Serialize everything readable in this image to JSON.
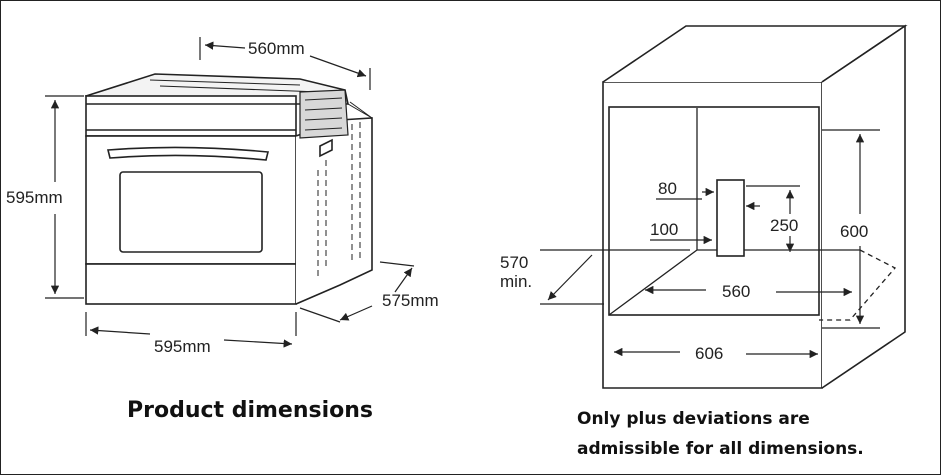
{
  "product_dimensions": {
    "width_label": "560mm",
    "height_label": "595mm",
    "depth_label": "575mm",
    "front_width_label": "595mm",
    "caption": "Product dimensions"
  },
  "cabinet_dimensions": {
    "opening_depth_label_line1": "570",
    "opening_depth_label_line2": "min.",
    "vent_width_label": "80",
    "vent_bottom_label": "100",
    "vent_height_label": "250",
    "opening_height_label": "600",
    "opening_width_label": "560",
    "cabinet_width_label": "606",
    "note_line1": "Only plus deviations are",
    "note_line2": "admissible for all dimensions."
  }
}
